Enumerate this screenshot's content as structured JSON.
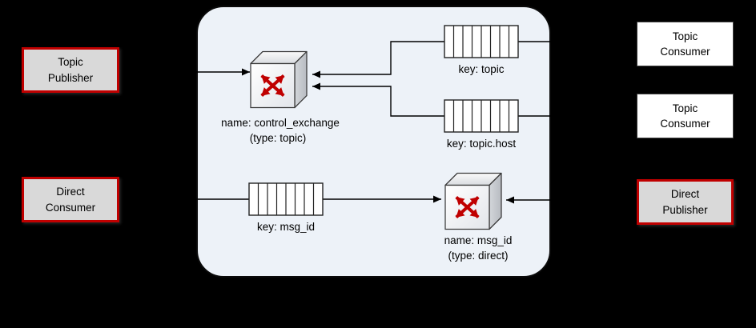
{
  "nodes": {
    "topic_publisher": {
      "label": "Topic Publisher"
    },
    "direct_consumer": {
      "label": "Direct Consumer"
    },
    "topic_consumer_top": {
      "label": "Topic Consumer"
    },
    "topic_consumer_bottom": {
      "label": "Topic Consumer"
    },
    "direct_publisher": {
      "label": "Direct Publisher"
    }
  },
  "broker": {
    "topic_exchange": {
      "name_label": "name: control_exchange",
      "type_label": "(type: topic)"
    },
    "direct_exchange": {
      "name_label": "name: msg_id",
      "type_label": "(type: direct)"
    },
    "queues": {
      "topic": {
        "label": "key: topic"
      },
      "topic_host": {
        "label": "key: topic.host"
      },
      "msg_id": {
        "label": "key: msg_id"
      }
    }
  },
  "icons": {
    "exchange": "exchange-crossed-arrows-cube-icon",
    "queue": "queue-striped-rectangle-icon"
  },
  "colors": {
    "background": "#000000",
    "broker_panel_fill": "#edf2f8",
    "broker_panel_border": "#0a0a0a",
    "publisher_border_red": "#c00000",
    "publisher_fill_gray": "#d9d9d9",
    "consumer_fill_white": "#ffffff",
    "exchange_arrows_red": "#c00000",
    "connector_line": "#000000"
  }
}
